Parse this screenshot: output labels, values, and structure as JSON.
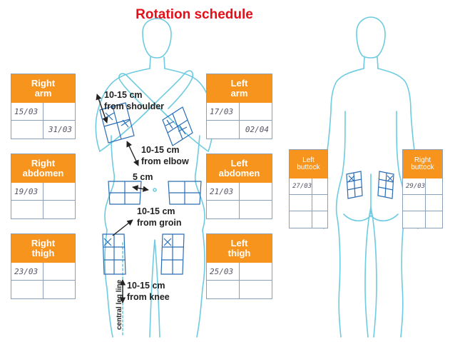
{
  "title": "Rotation schedule",
  "colors": {
    "title": "#e3101a",
    "header_fill": "#f7941e",
    "body_outline": "#6ecbe0",
    "marks": "#2b6db5",
    "arrows": "#222222",
    "table_lines": "#8aa0b8"
  },
  "sites": {
    "right_arm": {
      "lines": [
        "Right",
        "arm"
      ],
      "entries": [
        "15/03",
        "",
        "",
        "31/03"
      ]
    },
    "left_arm": {
      "lines": [
        "Left",
        "arm"
      ],
      "entries": [
        "17/03",
        "",
        "",
        "02/04"
      ]
    },
    "right_abdomen": {
      "lines": [
        "Right",
        "abdomen"
      ],
      "entries": [
        "19/03",
        "",
        "",
        ""
      ]
    },
    "left_abdomen": {
      "lines": [
        "Left",
        "abdomen"
      ],
      "entries": [
        "21/03",
        "",
        "",
        ""
      ]
    },
    "right_thigh": {
      "lines": [
        "Right",
        "thigh"
      ],
      "entries": [
        "23/03",
        "",
        "",
        ""
      ]
    },
    "left_thigh": {
      "lines": [
        "Left",
        "thigh"
      ],
      "entries": [
        "25/03",
        "",
        "",
        ""
      ]
    },
    "left_buttock": {
      "lines": [
        "Left",
        "buttock"
      ],
      "entries": [
        "27/03",
        "",
        "",
        "",
        "",
        ""
      ]
    },
    "right_buttock": {
      "lines": [
        "Right",
        "buttock"
      ],
      "entries": [
        "29/03",
        "",
        "",
        "",
        "",
        ""
      ]
    }
  },
  "annotations": {
    "shoulder": [
      "10-15 cm",
      "from shoulder"
    ],
    "elbow": [
      "10-15 cm",
      "from elbow"
    ],
    "navel": "5 cm",
    "groin": [
      "10-15 cm",
      "from groin"
    ],
    "knee": [
      "10-15 cm",
      "from knee"
    ],
    "leg_line": "central leg line"
  }
}
